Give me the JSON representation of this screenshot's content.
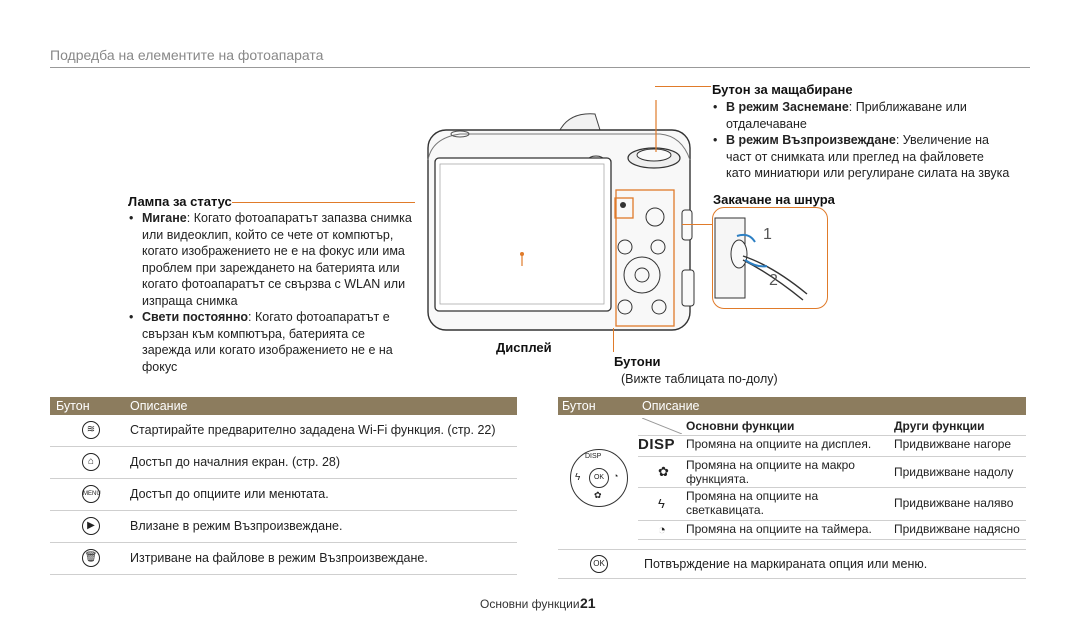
{
  "header": {
    "title": "Подредба на елементите на фотоапарата"
  },
  "callouts": {
    "zoom": {
      "title": "Бутон за мащабиране",
      "b1_bold": "В режим Заснемане",
      "b1_text": ": Приближаване или отдалечаване",
      "b2_bold": "В режим Възпроизвеждане",
      "b2_text": ": Увеличение на част от снимката или преглед на файловете като миниатюри или регулиране силата на звука"
    },
    "strap": {
      "title": "Закачане на шнура",
      "step1": "1",
      "step2": "2"
    },
    "status_lamp": {
      "title": "Лампа за статус",
      "b1_bold": "Мигане",
      "b1_text": ": Когато фотоапаратът запазва снимка или видеоклип, който се чете от компютър, когато изображението не е на фокус или има проблем при зареждането на батерията или когато фотоапаратът се свързва с WLAN или изпраща снимка",
      "b2_bold": "Свети постоянно",
      "b2_text": ": Когато фотоапаратът е свързан към компютъра, батерията се зарежда или когато изображението не е на фокус"
    },
    "display": {
      "title": "Дисплей"
    },
    "buttons": {
      "title": "Бутони",
      "note": "(Вижте таблицата по-долу)"
    }
  },
  "table_left": {
    "col1": "Бутон",
    "col2": "Описание",
    "rows": [
      {
        "icon": "wifi-icon",
        "desc": "Стартирайте предварително зададена Wi-Fi функция. (стр. 22)"
      },
      {
        "icon": "home-icon",
        "desc": "Достъп до началния екран. (стр. 28)"
      },
      {
        "icon": "menu-icon",
        "icon_text": "MENU",
        "desc": "Достъп до опциите или менютата."
      },
      {
        "icon": "playback-icon",
        "desc": "Влизане в режим Възпроизвеждане."
      },
      {
        "icon": "trash-icon",
        "desc": "Изтриване на файлове в режим Възпроизвеждане."
      }
    ]
  },
  "table_right": {
    "col1": "Бутон",
    "col2": "Описание",
    "sub_basic": "Основни функции",
    "sub_other": "Други функции",
    "dial_labels": {
      "disp": "DISP",
      "ok": "OK"
    },
    "rows": [
      {
        "icon": "disp-icon",
        "icon_text": "DISP",
        "basic": "Промяна на опциите на дисплея.",
        "other": "Придвижване нагоре"
      },
      {
        "icon": "macro-icon",
        "basic": "Промяна на опциите на макро функцията.",
        "other": "Придвижване надолу"
      },
      {
        "icon": "flash-icon",
        "basic": "Промяна на опциите на светкавицата.",
        "other": "Придвижване наляво"
      },
      {
        "icon": "timer-icon",
        "basic": "Промяна на опциите на таймера.",
        "other": "Придвижване надясно"
      }
    ],
    "ok_row": {
      "icon_text": "OK",
      "desc": "Потвърждение на маркираната опция или меню."
    }
  },
  "footer": {
    "section": "Основни функции",
    "page": "21"
  }
}
